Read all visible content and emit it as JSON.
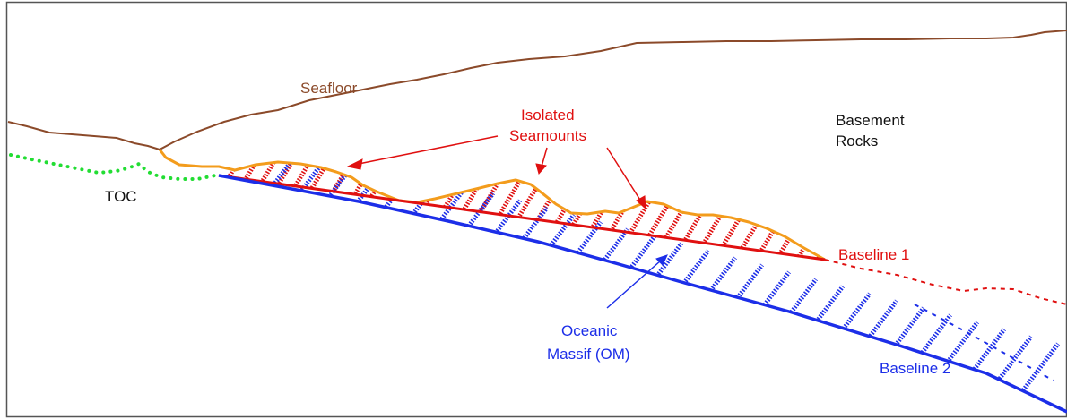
{
  "labels": {
    "seafloor": "Seafloor",
    "basement_line1": "Basement",
    "basement_line2": "Rocks",
    "isolated_line1": "Isolated",
    "isolated_line2": "Seamounts",
    "toc": "TOC",
    "baseline1": "Baseline 1",
    "oceanic_line1": "Oceanic",
    "oceanic_line2": "Massif (OM)",
    "baseline2": "Baseline 2"
  },
  "colors": {
    "seafloor": "#8b4a2a",
    "seamount_top": "#f39c1c",
    "baseline1": "#e01010",
    "baseline2": "#1c2ee8",
    "toc_dots": "#22dd33",
    "frame": "#555555"
  }
}
